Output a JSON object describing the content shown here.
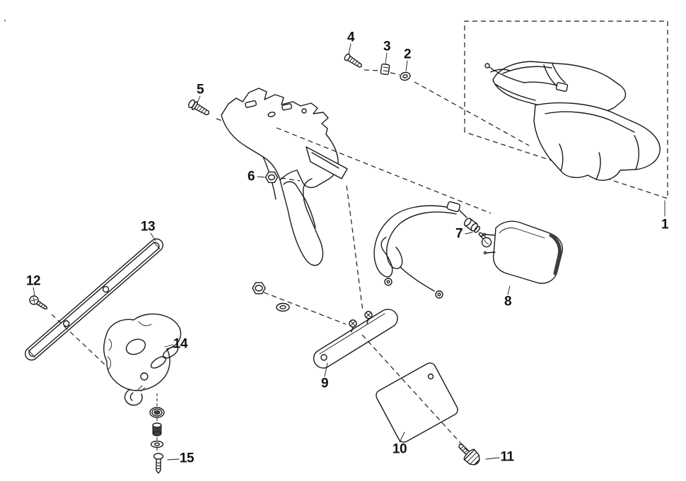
{
  "diagram": {
    "type": "exploded-parts-diagram",
    "colors": {
      "background": "#ffffff",
      "line": "#1a1a1a",
      "shading": "#3f3f3f"
    },
    "callouts": [
      {
        "label": "1"
      },
      {
        "label": "2"
      },
      {
        "label": "3"
      },
      {
        "label": "4"
      },
      {
        "label": "5"
      },
      {
        "label": "6"
      },
      {
        "label": "7"
      },
      {
        "label": "8"
      },
      {
        "label": "9"
      },
      {
        "label": "10"
      },
      {
        "label": "11"
      },
      {
        "label": "12"
      },
      {
        "label": "13"
      },
      {
        "label": "14"
      },
      {
        "label": "15"
      }
    ]
  }
}
